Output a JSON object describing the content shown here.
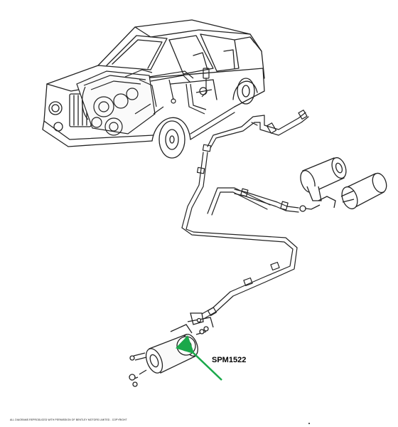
{
  "diagram": {
    "part_number": "SPM1522",
    "copyright_notice": "ALL DIAGRAMS REPRODUCED WITH PERMISSION OF BENTLEY MOTORS LIMITED - COPYRIGHT",
    "colors": {
      "line_art": "#222222",
      "callout_arrow": "#1aa84a",
      "background": "#ffffff"
    },
    "icons": [
      "car-outline",
      "fuel-pipe",
      "fuel-filter",
      "fuel-pump",
      "callout-arrow"
    ]
  }
}
